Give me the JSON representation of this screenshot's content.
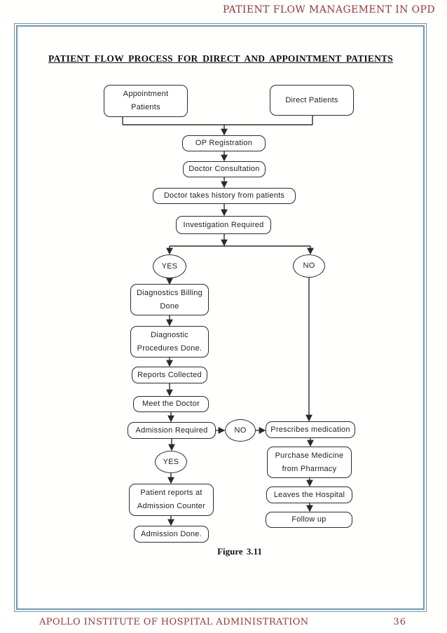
{
  "header": {
    "title": "PATIENT FLOW MANAGEMENT IN OPD"
  },
  "diagram": {
    "title": "PATIENT FLOW PROCESS FOR DIRECT AND APPOINTMENT PATIENTS",
    "caption": "Figure 3.11",
    "nodes": {
      "appointment_patients": "Appointment\nPatients",
      "direct_patients": "Direct Patients",
      "op_registration": "OP Registration",
      "doctor_consultation": "Doctor Consultation",
      "doctor_history": "Doctor takes history from patients",
      "investigation_required": "Investigation Required",
      "yes_investigation": "YES",
      "no_investigation": "NO",
      "diagnostics_billing": "Diagnostics Billing\nDone",
      "diagnostic_procedures": "Diagnostic\nProcedures Done.",
      "reports_collected": "Reports Collected",
      "meet_doctor": "Meet the Doctor",
      "admission_required": "Admission Required",
      "no_admission": "NO",
      "prescribes_medication": "Prescribes medication",
      "purchase_medicine": "Purchase Medicine\nfrom Pharmacy",
      "leaves_hospital": "Leaves the Hospital",
      "follow_up": "Follow up",
      "yes_admission": "YES",
      "patient_reports": "Patient reports at\nAdmission Counter",
      "admission_done": "Admission Done."
    }
  },
  "footer": {
    "institute": "APOLLO INSTITUTE OF HOSPITAL ADMINISTRATION",
    "page_number": "36"
  },
  "colors": {
    "accent_maroon": "#953735",
    "frame_border_blue": "#6d97b8",
    "node_ink": "#2b2b2b"
  }
}
